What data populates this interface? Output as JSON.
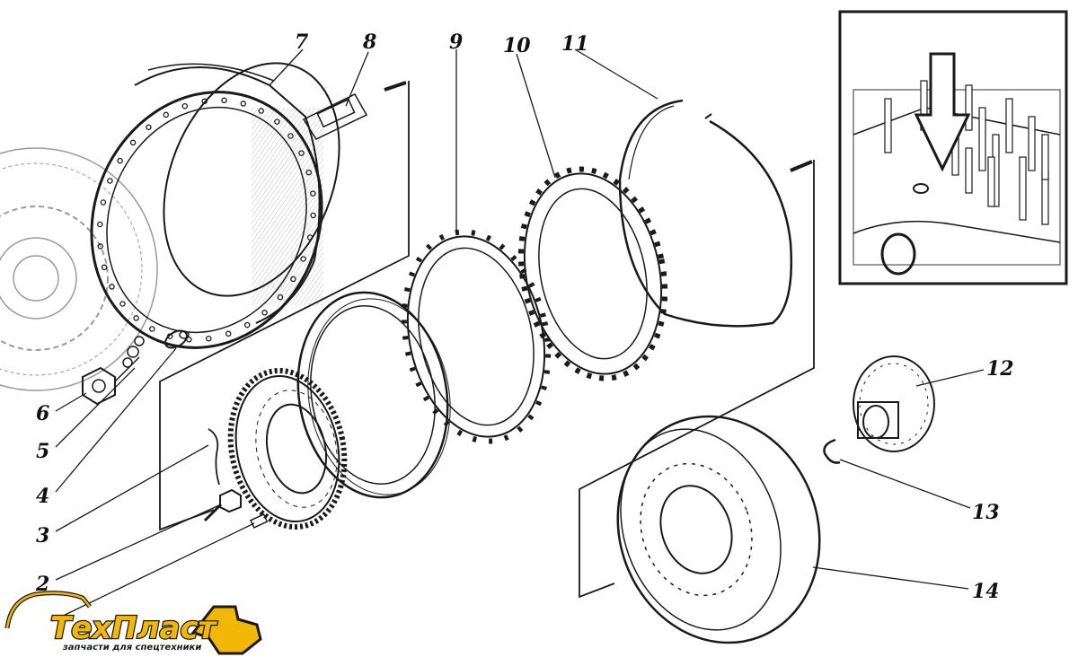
{
  "callouts": {
    "c2": "2",
    "c3": "3",
    "c4": "4",
    "c5": "5",
    "c6": "6",
    "c7": "7",
    "c8": "8",
    "c9": "9",
    "c10": "10",
    "c11": "11",
    "c12": "12",
    "c13": "13",
    "c14": "14"
  },
  "logo": {
    "name": "ТехПласт",
    "tagline": "запчасти для спецтехники",
    "brand_color": "#f2b705",
    "outline_color": "#1a1a1a"
  },
  "icons": {
    "arrow": "down-arrow-icon"
  }
}
